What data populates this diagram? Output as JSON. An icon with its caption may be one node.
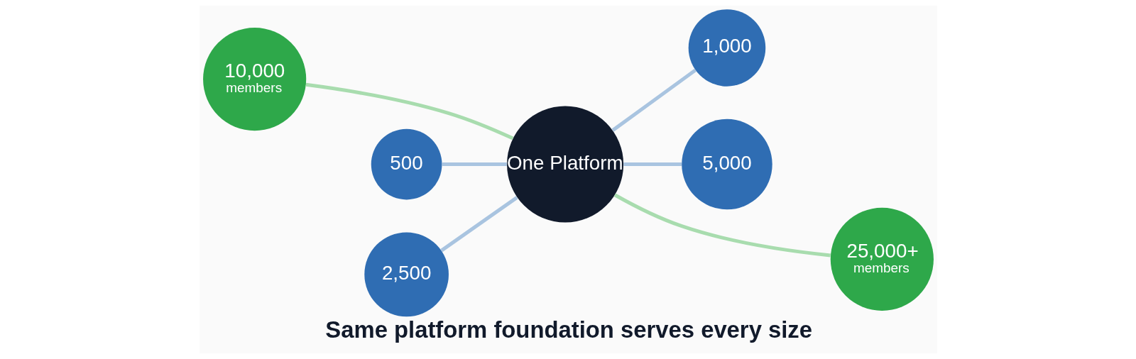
{
  "diagram": {
    "caption": "Same platform foundation serves every size",
    "nodes": [
      {
        "text": [
          "10,000",
          "members"
        ]
      },
      {
        "text": [
          "500"
        ]
      },
      {
        "text": [
          "2,500"
        ]
      },
      {
        "text": [
          "One Platform"
        ]
      },
      {
        "text": [
          "1,000"
        ]
      },
      {
        "text": [
          "5,000"
        ]
      },
      {
        "text": [
          "25,000+",
          "members"
        ]
      }
    ],
    "edges": [
      {
        "from": 0,
        "to": 3,
        "arrow": "none",
        "color": "#a8dcae"
      },
      {
        "from": 1,
        "to": 3,
        "arrow": "none"
      },
      {
        "from": 2,
        "to": 3,
        "arrow": "none"
      },
      {
        "from": 3,
        "to": 4,
        "arrow": "none"
      },
      {
        "from": 3,
        "to": 5,
        "arrow": "none"
      },
      {
        "from": 3,
        "to": 6,
        "arrow": "none",
        "color": "#a8dcae"
      }
    ]
  }
}
